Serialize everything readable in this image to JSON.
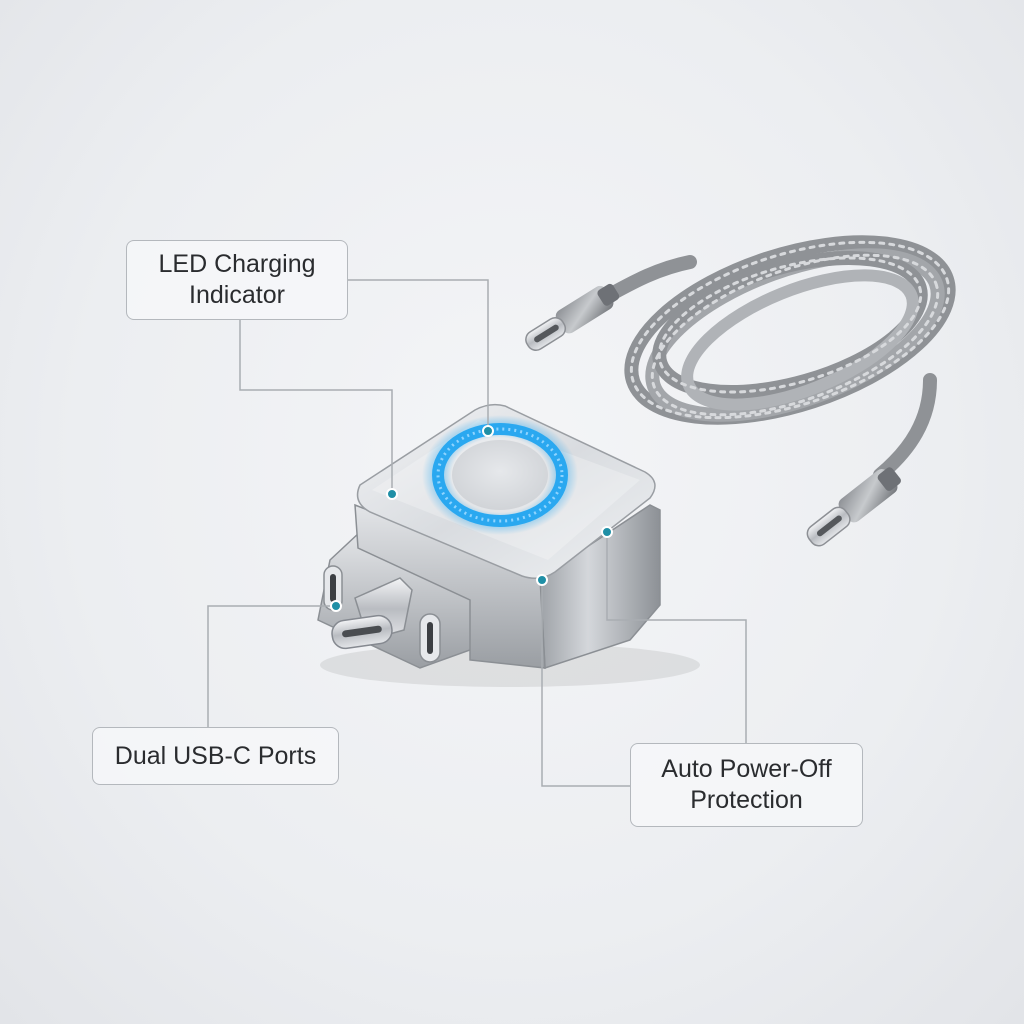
{
  "callouts": {
    "led": {
      "line1": "LED Charging",
      "line2": "Indicator"
    },
    "usbc": {
      "line1": "Dual USB-C Ports"
    },
    "autooff": {
      "line1": "Auto Power-Off",
      "line2": "Protection"
    }
  },
  "colors": {
    "background": "#eceef1",
    "leader_line": "#a9adb2",
    "marker": "#1f8fa6",
    "led_ring": "#2aa8f0",
    "aluminum": "#c9ccd0",
    "cable_braid": "#9a9da1"
  },
  "icons": [
    "charger-icon",
    "led-ring-icon",
    "usb-c-plug-icon",
    "usb-c-port-icon",
    "braided-cable-icon"
  ]
}
